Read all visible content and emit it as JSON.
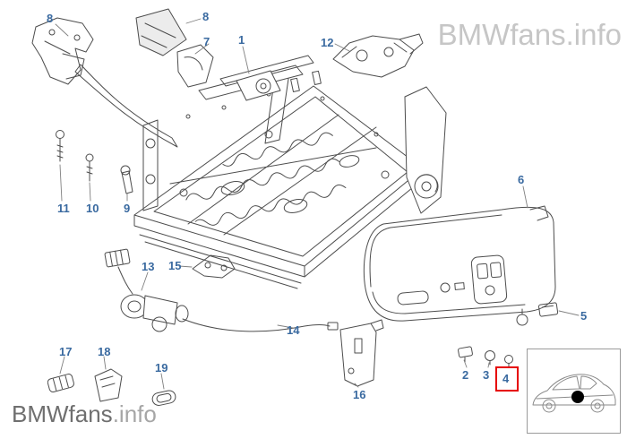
{
  "watermarks": {
    "top_right": {
      "text": "BMWfans.info",
      "color": "#c6c6c6"
    },
    "bottom_left": {
      "brand": "BMWfans",
      "suffix": ".info",
      "brand_color": "#6f6f6f",
      "suffix_color": "#a6a6a6"
    }
  },
  "diagram": {
    "label_color": "#3a6aa0",
    "highlight_color": "#e60000",
    "line_color": "#4d4d4d",
    "highlighted_part": "4",
    "inset_marker_color": "#000000"
  },
  "labels": [
    {
      "text": "8"
    },
    {
      "text": "8"
    },
    {
      "text": "7"
    },
    {
      "text": "1"
    },
    {
      "text": "12"
    },
    {
      "text": "11"
    },
    {
      "text": "10"
    },
    {
      "text": "9"
    },
    {
      "text": "13"
    },
    {
      "text": "15"
    },
    {
      "text": "6"
    },
    {
      "text": "14"
    },
    {
      "text": "5"
    },
    {
      "text": "2"
    },
    {
      "text": "3"
    },
    {
      "text": "4"
    },
    {
      "text": "16"
    },
    {
      "text": "17"
    },
    {
      "text": "18"
    },
    {
      "text": "19"
    }
  ]
}
